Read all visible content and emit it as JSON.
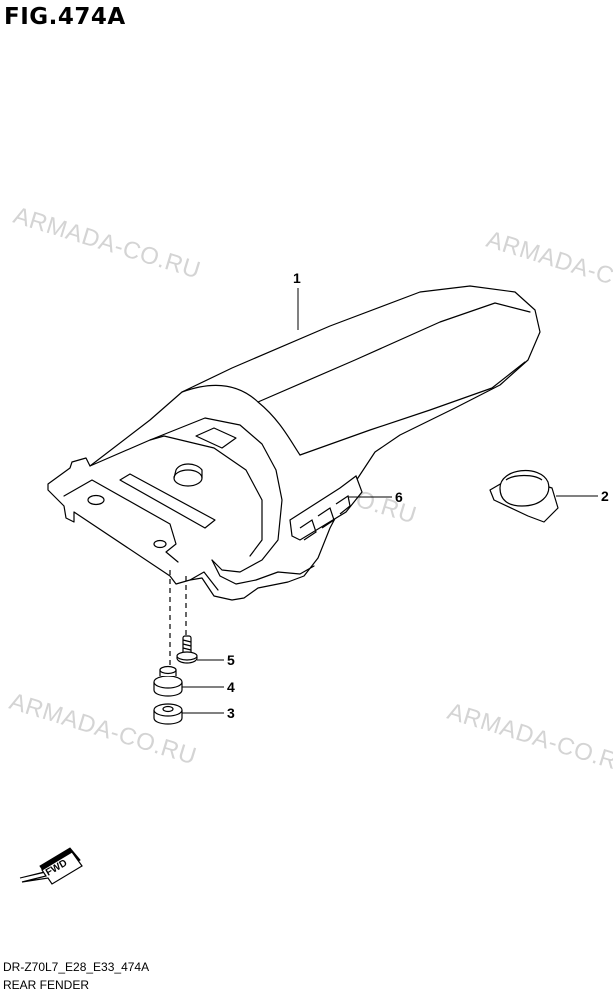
{
  "figure": {
    "title": "FIG.474A",
    "code": "DR-Z70L7_E28_E33_474A",
    "name": "REAR FENDER"
  },
  "watermark": "ARMADA-CO.RU",
  "callouts": [
    "1",
    "2",
    "3",
    "4",
    "5",
    "6"
  ],
  "fwd_label": "FWD",
  "colors": {
    "line": "#000000",
    "watermark": "#d4d4d4",
    "background": "#ffffff"
  }
}
